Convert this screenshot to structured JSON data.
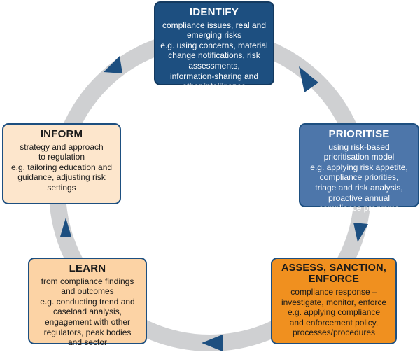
{
  "colors": {
    "ring": "#cfd0d2",
    "arrow": "#1d4f80",
    "identify_fill": "#1d4f80",
    "prioritise_fill": "#4d76aa",
    "assess_fill": "#f0901f",
    "learn_fill": "#fcd3a5",
    "inform_fill": "#fde6cc",
    "border": "#1d4f80"
  },
  "stages": {
    "identify": {
      "title": "IDENTIFY",
      "lines": [
        "compliance issues, real and",
        "emerging risks",
        "e.g. using concerns, material",
        "change notifications, risk",
        "assessments,",
        "information-sharing and",
        "other intelligence"
      ]
    },
    "prioritise": {
      "title": "PRIORITISE",
      "lines": [
        "using risk-based",
        "prioritisation model",
        "e.g. applying risk appetite,",
        "compliance priorities,",
        "triage and risk analysis,",
        "proactive annual",
        "compliance programs"
      ]
    },
    "assess": {
      "title_lines": [
        "ASSESS, SANCTION,",
        "ENFORCE"
      ],
      "lines": [
        "compliance response –",
        "investigate, monitor, enforce",
        "e.g. applying compliance",
        "and enforcement policy,",
        "processes/procedures"
      ]
    },
    "learn": {
      "title": "LEARN",
      "lines": [
        "from compliance findings",
        "and outcomes",
        "e.g. conducting trend and",
        "caseload analysis,",
        "engagement with other",
        "regulators, peak bodies",
        "and sector"
      ]
    },
    "inform": {
      "title": "INFORM",
      "lines": [
        "strategy and approach",
        "to regulation",
        "e.g. tailoring education and",
        "guidance, adjusting risk",
        "settings"
      ]
    }
  }
}
